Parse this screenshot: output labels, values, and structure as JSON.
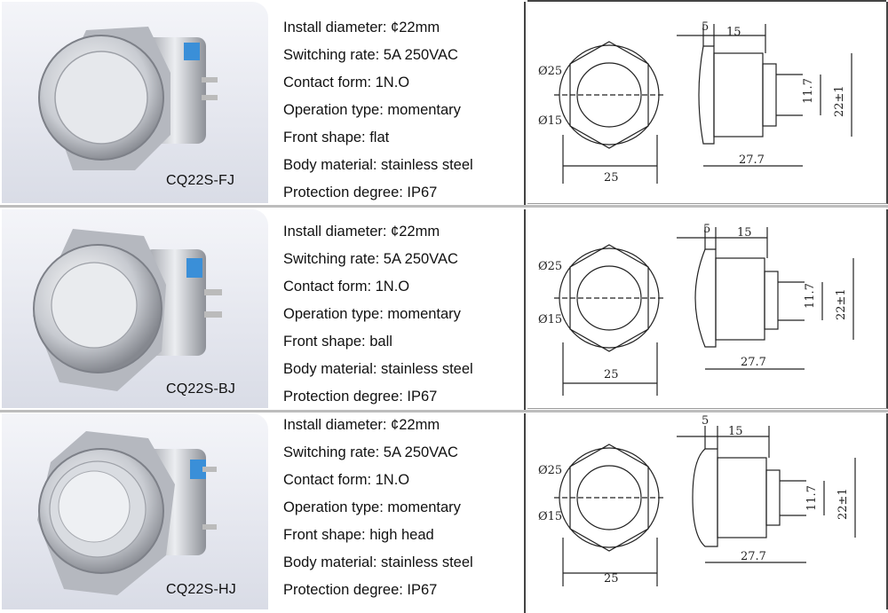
{
  "rows": [
    {
      "model": "CQ22S-FJ",
      "specs": [
        "Install diameter: ¢22mm",
        "Switching rate: 5A 250VAC",
        "Contact form: 1N.O",
        "Operation type: momentary",
        "Front shape: flat",
        "Body material: stainless steel",
        "Protection degree: IP67"
      ],
      "dims": {
        "outer_dia": "Ø25",
        "inner_dia": "Ø15",
        "hex_width": "25",
        "head": "5",
        "thread": "15",
        "body_len": "27.7",
        "pin_span": "11.7",
        "total_dia": "22±1"
      }
    },
    {
      "model": "CQ22S-BJ",
      "specs": [
        "Install diameter: ¢22mm",
        "Switching rate: 5A 250VAC",
        "Contact form: 1N.O",
        "Operation type: momentary",
        "Front shape: ball",
        "Body material: stainless steel",
        "Protection degree: IP67"
      ],
      "dims": {
        "outer_dia": "Ø25",
        "inner_dia": "Ø15",
        "hex_width": "25",
        "head": "5",
        "thread": "15",
        "body_len": "27.7",
        "pin_span": "11.7",
        "total_dia": "22±1"
      }
    },
    {
      "model": "CQ22S-HJ",
      "specs": [
        "Install diameter: ¢22mm",
        "Switching rate: 5A 250VAC",
        "Contact form: 1N.O",
        "Operation type: momentary",
        "Front shape: high head",
        "Body material: stainless steel",
        "Protection degree: IP67"
      ],
      "dims": {
        "outer_dia": "Ø25",
        "inner_dia": "Ø15",
        "hex_width": "25",
        "head": "5",
        "thread": "15",
        "body_len": "27.7",
        "pin_span": "11.7",
        "total_dia": "22±1"
      }
    }
  ],
  "colors": {
    "steel_light": "#f2f3f5",
    "steel_dark": "#8a8d94",
    "terminal_blue": "#3a8fd8"
  }
}
